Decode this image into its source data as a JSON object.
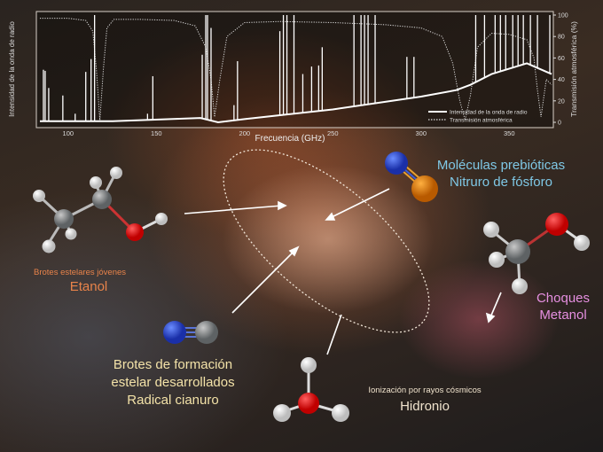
{
  "chart_data": {
    "type": "line",
    "xlabel": "Frecuencia (GHz)",
    "ylabel_left": "Intensidad de la onda de radio",
    "ylabel_right": "Transmisión atmosférica (%)",
    "xlim": [
      82,
      375
    ],
    "ylim_right": [
      0,
      100
    ],
    "x_ticks": [
      "100",
      "150",
      "200",
      "250",
      "300",
      "350"
    ],
    "y_ticks_right": [
      "0",
      "20",
      "40",
      "60",
      "80",
      "100"
    ],
    "legend": [
      "Intensidad de la onda de radio",
      "Transmisión atmosférica"
    ],
    "legend_position": "bottom-right",
    "series": [
      {
        "name": "Transmisión atmosférica",
        "style": "dotted",
        "x": [
          84,
          100,
          110,
          114,
          116,
          118,
          120,
          122,
          126,
          140,
          160,
          172,
          178,
          181,
          183,
          186,
          190,
          200,
          220,
          250,
          280,
          300,
          312,
          318,
          322,
          325,
          328,
          332,
          340,
          350,
          360,
          364,
          366,
          368,
          371,
          374
        ],
        "y": [
          97,
          97,
          95,
          85,
          50,
          2,
          50,
          88,
          96,
          96,
          95,
          90,
          70,
          40,
          5,
          40,
          80,
          93,
          94,
          93,
          91,
          88,
          80,
          55,
          20,
          2,
          25,
          70,
          83,
          82,
          77,
          60,
          30,
          5,
          40,
          35
        ]
      },
      {
        "name": "Intensidad de la onda de radio",
        "style": "solid",
        "peaks_x": [
          86,
          87,
          89,
          97,
          104,
          110,
          113,
          115,
          145,
          148,
          176,
          178,
          179,
          181,
          194,
          196,
          220,
          222,
          224,
          228,
          233,
          238,
          242,
          244,
          262,
          266,
          268,
          270,
          274,
          292,
          296,
          331,
          336,
          342,
          345,
          348,
          352,
          355,
          358,
          362,
          366,
          373
        ],
        "peaks_y": [
          49,
          48,
          32,
          25,
          8,
          47,
          59,
          100,
          8,
          43,
          63,
          100,
          100,
          88,
          16,
          57,
          85,
          100,
          100,
          100,
          45,
          52,
          53,
          70,
          100,
          100,
          100,
          100,
          100,
          61,
          61,
          100,
          100,
          100,
          100,
          100,
          100,
          100,
          100,
          100,
          100,
          100
        ],
        "baseline_x": [
          84,
          115,
          125,
          175,
          185,
          200,
          250,
          300,
          320,
          328,
          340,
          360,
          374
        ],
        "baseline_y": [
          1,
          1,
          1,
          4,
          0,
          3,
          12,
          24,
          30,
          35,
          45,
          55,
          45
        ]
      }
    ]
  },
  "labels": {
    "etanol_context": "Brotes estelares jóvenes",
    "etanol": "Etanol",
    "pn_context": "Moléculas prebióticas",
    "pn": "Nitruro de fósforo",
    "metanol_context": "Choques",
    "metanol": "Metanol",
    "cn_line1": "Brotes de formación",
    "cn_line2": "estelar desarrollados",
    "cn": "Radical cianuro",
    "h3o_context": "Ionización por rayos cósmicos",
    "h3o": "Hidronio"
  },
  "colors": {
    "etanol": "#e8834a",
    "pn": "#7fc8e6",
    "metanol": "#e58fe0",
    "cn": "#f3e2a8",
    "h3o": "#efe2cc"
  }
}
